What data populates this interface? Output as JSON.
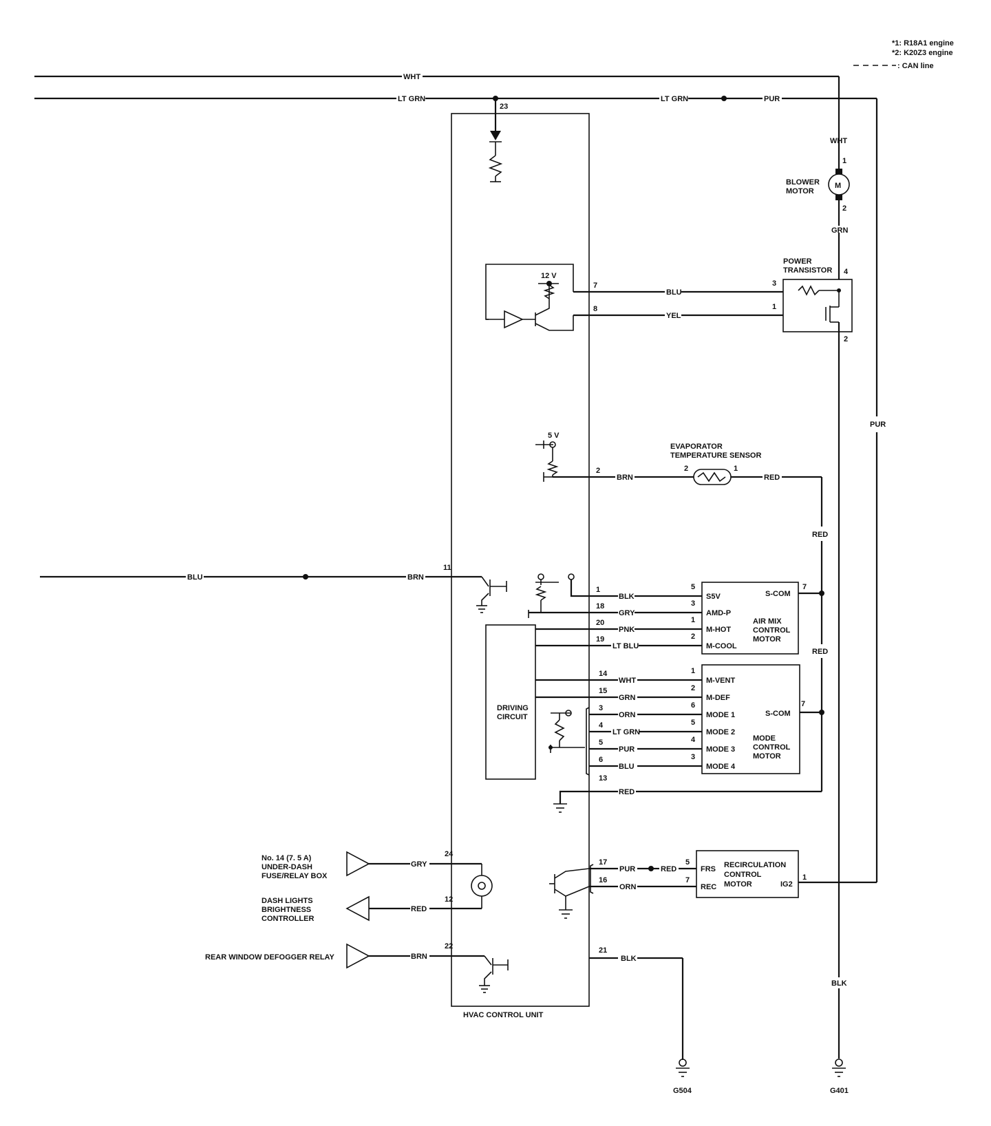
{
  "legend": {
    "note1": "*1: R18A1 engine",
    "note2": "*2: K20Z3 engine",
    "can_line": ": CAN line"
  },
  "components": {
    "hvac_control_unit": "HVAC CONTROL UNIT",
    "driving_circuit": [
      "DRIVING",
      "CIRCUIT"
    ],
    "blower_motor": [
      "BLOWER",
      "MOTOR"
    ],
    "motor_symbol": "M",
    "power_transistor": [
      "POWER",
      "TRANSISTOR"
    ],
    "evaporator_sensor": [
      "EVAPORATOR",
      "TEMPERATURE SENSOR"
    ],
    "air_mix_motor": [
      "AIR MIX",
      "CONTROL",
      "MOTOR"
    ],
    "mode_motor": [
      "MODE",
      "CONTROL",
      "MOTOR"
    ],
    "recirc_motor": [
      "RECIRCULATION",
      "CONTROL",
      "MOTOR"
    ],
    "fuse_box": [
      "No. 14 (7. 5 A)",
      "UNDER-DASH",
      "FUSE/RELAY BOX"
    ],
    "dash_lights": [
      "DASH LIGHTS",
      "BRIGHTNESS",
      "CONTROLLER"
    ],
    "defogger_relay": "REAR WINDOW DEFOGGER RELAY",
    "ground_g504": "G504",
    "ground_g401": "G401"
  },
  "voltages": {
    "v12": "12 V",
    "v5": "5 V"
  },
  "air_mix_terminals": {
    "s5v": "S5V",
    "amdp": "AMD-P",
    "mhot": "M-HOT",
    "mcool": "M-COOL",
    "scom": "S-COM"
  },
  "mode_terminals": {
    "mvent": "M-VENT",
    "mdef": "M-DEF",
    "mode1": "MODE 1",
    "mode2": "MODE 2",
    "mode3": "MODE 3",
    "mode4": "MODE 4",
    "scom": "S-COM"
  },
  "recirc_terminals": {
    "frs": "FRS",
    "rec": "REC",
    "ig2": "IG2"
  },
  "wires": {
    "wht": "WHT",
    "ltgrn": "LT GRN",
    "pur": "PUR",
    "grn": "GRN",
    "blu": "BLU",
    "yel": "YEL",
    "brn": "BRN",
    "red": "RED",
    "blk": "BLK",
    "gry": "GRY",
    "pnk": "PNK",
    "ltblu": "LT BLU",
    "orn": "ORN"
  },
  "pins": {
    "p1": "1",
    "p2": "2",
    "p3": "3",
    "p4": "4",
    "p5": "5",
    "p6": "6",
    "p7": "7",
    "p8": "8",
    "p11": "11",
    "p12": "12",
    "p13": "13",
    "p14": "14",
    "p15": "15",
    "p16": "16",
    "p17": "17",
    "p18": "18",
    "p19": "19",
    "p20": "20",
    "p21": "21",
    "p22": "22",
    "p23": "23",
    "p24": "24"
  }
}
